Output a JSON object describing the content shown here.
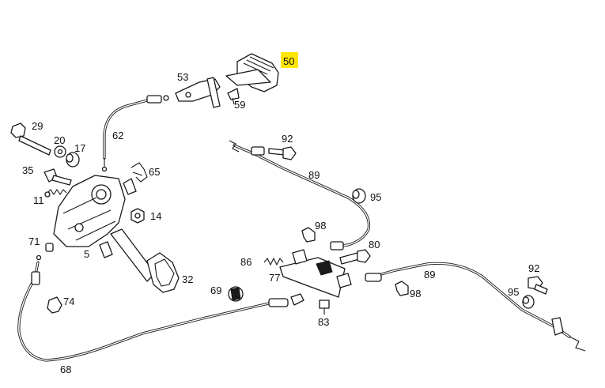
{
  "labels": {
    "p50": "50",
    "p53": "53",
    "p59": "59",
    "p29": "29",
    "p20": "20",
    "p17": "17",
    "p62": "62",
    "p92a": "92",
    "p35": "35",
    "p65": "65",
    "p89a": "89",
    "p95a": "95",
    "p11": "11",
    "p14": "14",
    "p98a": "98",
    "p71": "71",
    "p80": "80",
    "p5": "5",
    "p86": "86",
    "p77": "77",
    "p32": "32",
    "p89b": "89",
    "p92b": "92",
    "p69": "69",
    "p74": "74",
    "p98b": "98",
    "p95b": "95",
    "p83": "83",
    "p68": "68"
  },
  "highlight": {
    "part": "50",
    "color": "#ffe600"
  }
}
